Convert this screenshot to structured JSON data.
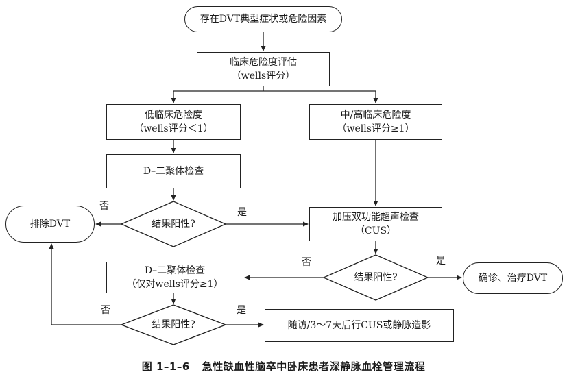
{
  "nodes": {
    "start": "存在DVT典型症状或危险因素",
    "assess": [
      "临床危险度评估",
      "（wells评分）"
    ],
    "low_risk": [
      "低临床危险度",
      "（wells评分＜1）"
    ],
    "mid_high_risk": [
      "中/高临床危险度",
      "（wells评分≥1）"
    ],
    "d_dimer_1": "D–二聚体检查",
    "decision_1": "结果阳性?",
    "exclude": "排除DVT",
    "cus": [
      "加压双功能超声检查",
      "（CUS）"
    ],
    "decision_2": "结果阳性?",
    "d_dimer_2": [
      "D–二聚体检查",
      "（仅对wells评分≥1）"
    ],
    "confirm": "确诊、治疗DVT",
    "decision_3": "结果阳性?",
    "followup": "随访/3～7天后行CUS或静脉造影"
  },
  "edge_labels": {
    "d1_no": "否",
    "d1_yes": "是",
    "d2_no": "否",
    "d2_yes": "是",
    "d3_no": "否",
    "d3_yes": "是"
  },
  "caption": {
    "figure_number": "图 1–1–6",
    "title": "急性缺血性脑卒中卧床患者深静脉血栓管理流程"
  },
  "colors": {
    "line": "#222222",
    "text": "#1a1a1a",
    "background": "#ffffff"
  }
}
